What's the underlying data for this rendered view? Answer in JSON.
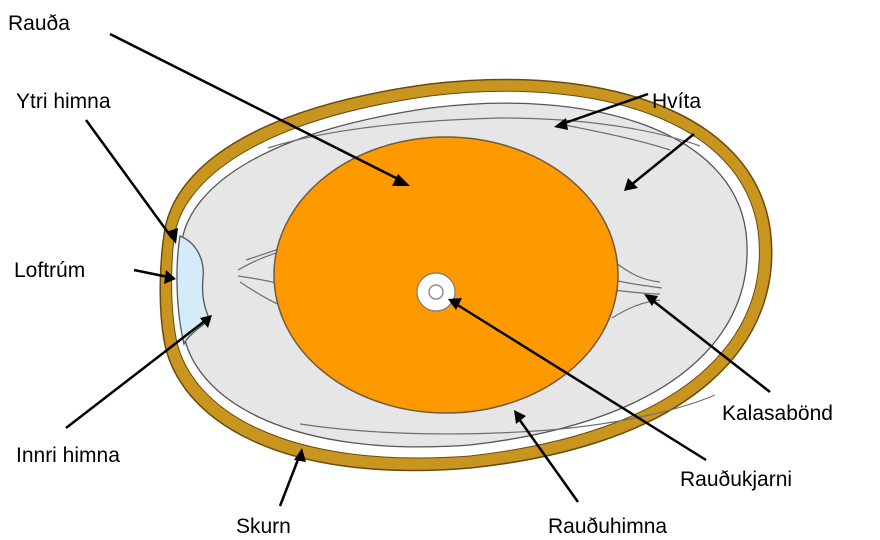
{
  "diagram": {
    "colors": {
      "shell": "#c8961e",
      "shell_edge": "#6b4a10",
      "albumen": "#e6e6e6",
      "air_cell": "#d4ecf8",
      "yolk": "#ff9900",
      "yolk_edge": "#6e5a40",
      "nucleus": "#ffffff"
    },
    "labels": {
      "yolk": "Rauða",
      "outer_membrane": "Ytri himna",
      "air_cell": "Loftrúm",
      "inner_membrane": "Innri himna",
      "shell": "Skurn",
      "albumen": "Hvíta",
      "chalazae": "Kalasabönd",
      "yolk_nucleus": "Rauðukjarni",
      "vitelline_membrane": "Rauðuhimna"
    }
  }
}
